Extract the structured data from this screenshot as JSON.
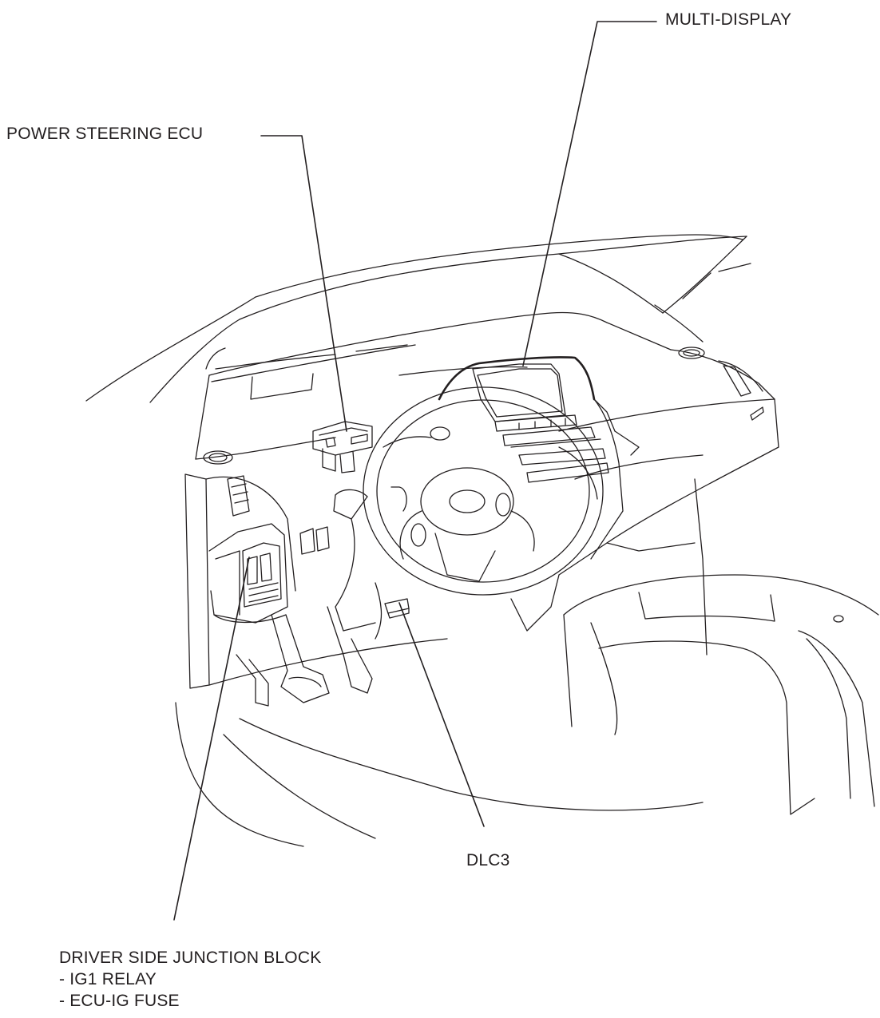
{
  "labels": {
    "multi_display": "MULTI-DISPLAY",
    "power_steering_ecu": "POWER STEERING ECU",
    "dlc3": "DLC3",
    "junction_block": {
      "title": "DRIVER SIDE JUNCTION BLOCK",
      "items": [
        "- IG1 RELAY",
        "- ECU-IG FUSE"
      ]
    }
  },
  "colors": {
    "line": "#231f20",
    "background": "#ffffff"
  }
}
